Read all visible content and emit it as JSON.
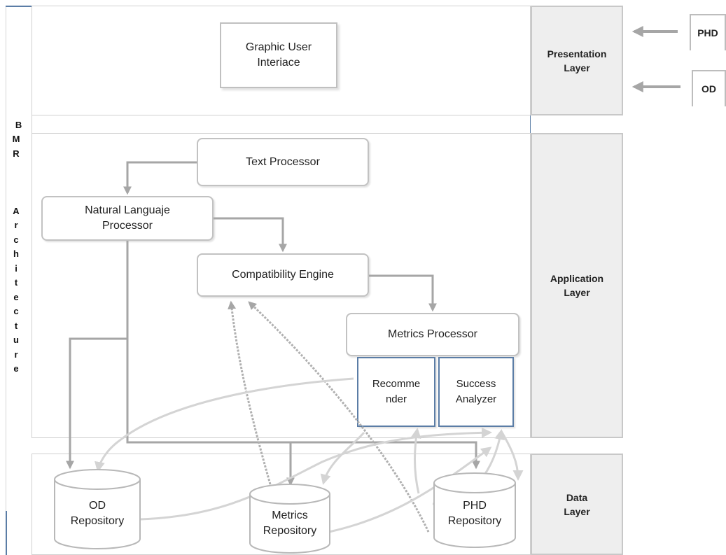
{
  "side_title": "BMR\n\nArchitecture",
  "side_title_letters": [
    "B",
    "M",
    "R",
    "",
    "",
    "",
    "A",
    "r",
    "c",
    "h",
    "i",
    "t",
    "e",
    "c",
    "t",
    "u",
    "r",
    "e"
  ],
  "layers": {
    "presentation": "Presentation\nLayer",
    "application": "Application\nLayer",
    "data": "Data\nLayer"
  },
  "inputs": [
    "PHD",
    "OD"
  ],
  "components": {
    "gui": "Graphic User\nInteriace",
    "text_processor": "Text Processor",
    "nl_processor": "Natural Languaje\nProcessor",
    "compat_engine": "Compatibility  Engine",
    "metrics_processor": "Metrics  Processor",
    "recommender": "Recomme\nnder",
    "success_analyzer": "Success\nAnalyzer"
  },
  "repositories": {
    "od": "OD\nRepository",
    "metrics": "Metrics\nRepository",
    "phd": "PHD\nRepository"
  },
  "colors": {
    "arrow": "#a6a6a6",
    "light_arrow": "#d4d4d4",
    "border": "#c2c2c2",
    "blue_border": "#5b7da6",
    "layer_fill": "#eeeeee"
  }
}
